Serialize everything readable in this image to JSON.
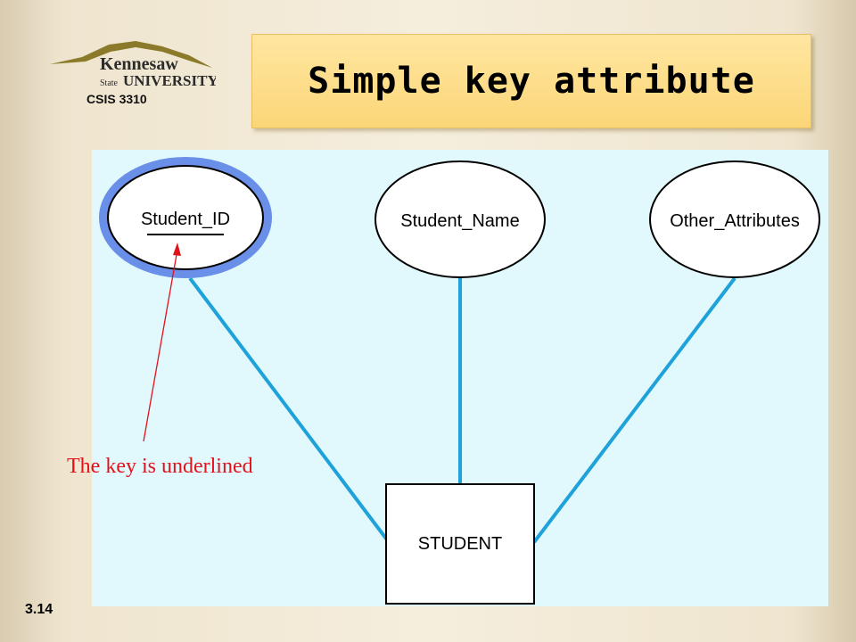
{
  "header": {
    "logo": {
      "line1": "Kennesaw",
      "line2_small": "State",
      "line2": "UNIVERSITY"
    },
    "course": "CSIS 3310",
    "title": "Simple key attribute"
  },
  "diagram": {
    "attributes": [
      {
        "label": "Student_ID",
        "is_key": true,
        "highlighted": true
      },
      {
        "label": "Student_Name",
        "is_key": false
      },
      {
        "label": "Other_Attributes",
        "is_key": false
      }
    ],
    "entity": {
      "label": "STUDENT"
    },
    "annotation": "The key is underlined"
  },
  "footer": {
    "slide_number": "3.14"
  },
  "colors": {
    "connector": "#1ea2d9",
    "highlight_ring": "#6a8fe8",
    "annotation": "#e2121b",
    "panel": "#e1f9fd",
    "title_box": "#fcd97d"
  }
}
